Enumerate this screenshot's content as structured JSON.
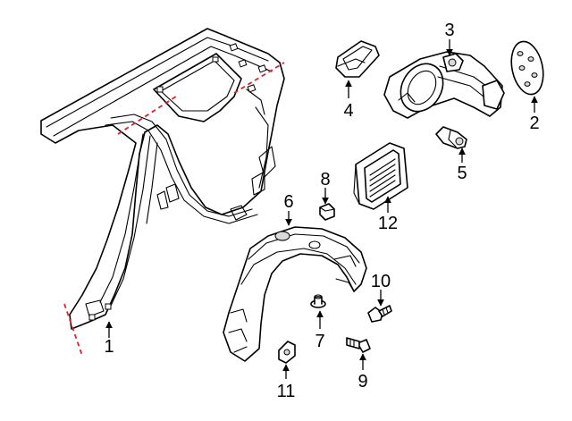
{
  "colors": {
    "line": "#000000",
    "cut_line": "#e0202a",
    "background": "#ffffff"
  },
  "callouts": {
    "c1": "1",
    "c2": "2",
    "c3": "3",
    "c4": "4",
    "c5": "5",
    "c6": "6",
    "c7": "7",
    "c8": "8",
    "c9": "9",
    "c10": "10",
    "c11": "11",
    "c12": "12"
  }
}
